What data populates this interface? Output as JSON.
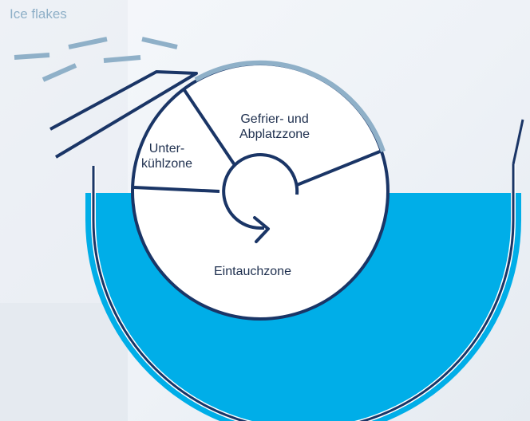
{
  "title": "Ice flakes",
  "zones": {
    "freeze": [
      "Gefrier- und",
      "Abplatzzone"
    ],
    "subcool": [
      "Unter-",
      "kühlzone"
    ],
    "immersion": "Eintauchzone"
  },
  "colors": {
    "water": "#00aee8",
    "outline": "#1a3566",
    "ice": "#8fb0c8",
    "background": "#f2f5f9"
  }
}
